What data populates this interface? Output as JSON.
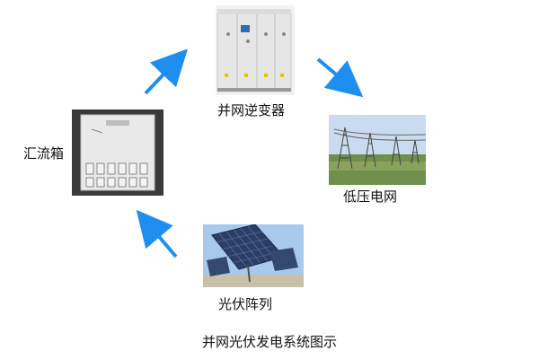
{
  "nodes": {
    "inverter": {
      "label": "并网逆变器",
      "icon": "inverter-cabinet-icon"
    },
    "grid": {
      "label": "低压电网",
      "icon": "power-line-tower-icon"
    },
    "pv_array": {
      "label": "光伏阵列",
      "icon": "solar-panel-icon"
    },
    "combiner_box": {
      "label": "汇流箱",
      "icon": "combiner-box-icon"
    }
  },
  "caption": "并网光伏发电系统图示",
  "colors": {
    "arrow": "#1f8ef1",
    "cabinet": "#e8e8e8",
    "sky": "#9fc3e7",
    "ground": "#5a7a3a"
  }
}
